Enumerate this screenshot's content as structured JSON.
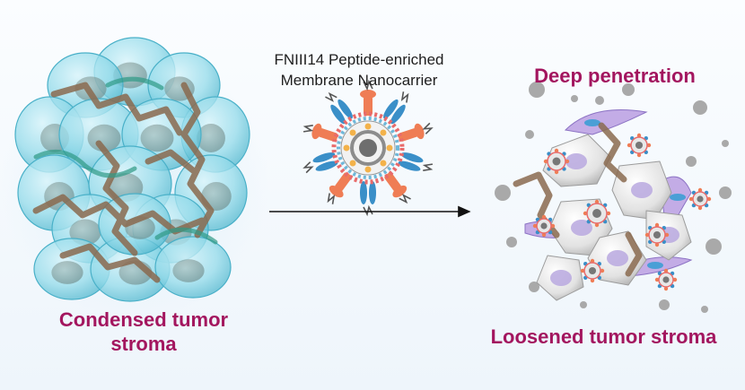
{
  "labels": {
    "carrier_line1": "FNIII14 Peptide-enriched",
    "carrier_line2": "Membrane Nanocarrier",
    "left_caption_line1": "Condensed tumor",
    "left_caption_line2": "stroma",
    "right_title": "Deep penetration",
    "right_caption": "Loosened tumor stroma"
  },
  "colors": {
    "accent_magenta": "#a3165f",
    "cell_cyan": "#8fd9ea",
    "fiber_brown": "#8a6a4f",
    "nanocarrier_orange": "#ef7d55",
    "nanocarrier_blue": "#3a8fc8",
    "fibroblast_purple": "#b89ee0",
    "particle_gray": "#a9a9a9"
  }
}
